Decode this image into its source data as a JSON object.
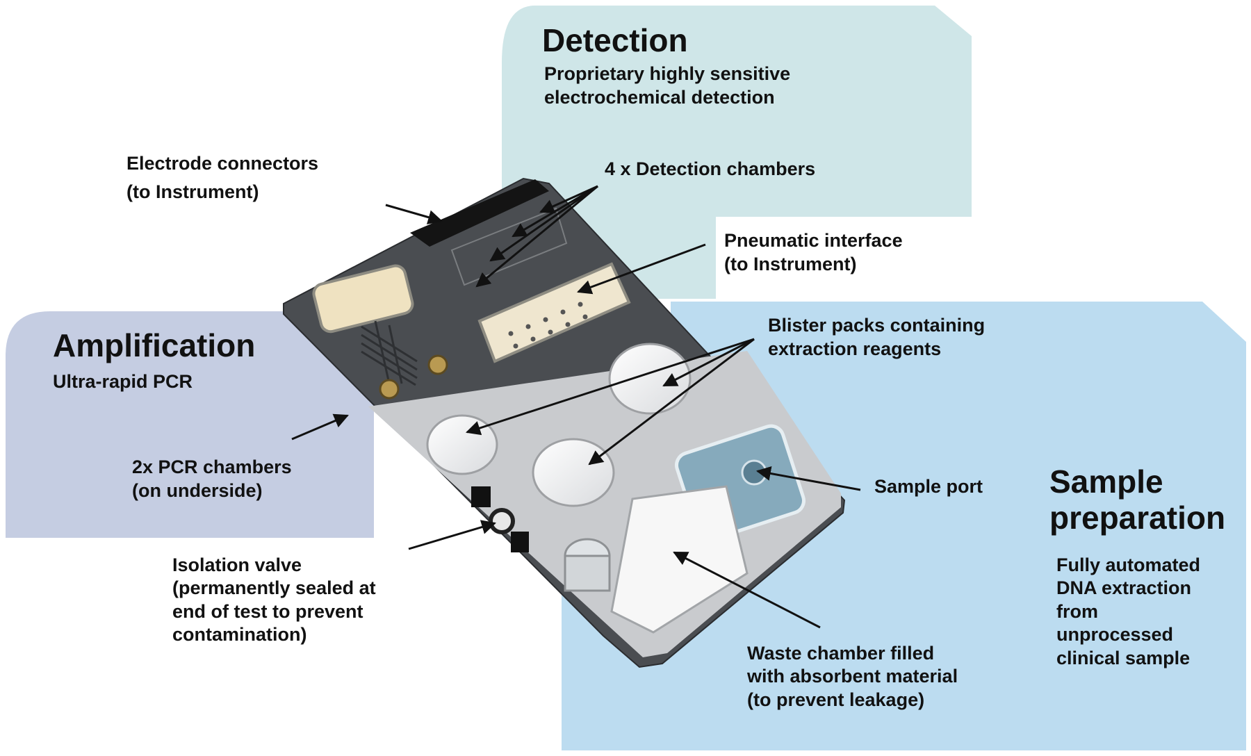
{
  "colors": {
    "detection_region": "#cfe6e8",
    "amplification_region": "#c5cde2",
    "sample_prep_region": "#bcdcf0",
    "cartridge_body": "#4a4d51",
    "cartridge_plate": "#c9cbce",
    "arrow": "#111111"
  },
  "sections": {
    "detection": {
      "title": "Detection",
      "desc": "Proprietary highly sensitive\nelectrochemical detection"
    },
    "amplification": {
      "title": "Amplification",
      "desc": "Ultra-rapid PCR"
    },
    "sample_prep": {
      "title": "Sample\npreparation",
      "desc": "Fully automated\nDNA extraction\nfrom\nunprocessed\nclinical sample"
    }
  },
  "callouts": {
    "electrode": "Electrode  connectors\n(to Instrument)",
    "detection_chambers": "4 x Detection chambers",
    "pneumatic": "Pneumatic interface\n (to Instrument)",
    "blister": "Blister packs containing\nextraction reagents",
    "pcr": "2x PCR chambers\n(on underside)",
    "sample_port": "Sample port",
    "isolation": "Isolation valve\n(permanently sealed at\nend of test to prevent\ncontamination)",
    "waste": "Waste chamber filled\nwith absorbent material\n(to prevent leakage)"
  },
  "icons": {
    "cartridge": "test-cartridge-photo",
    "arrows": "callout-arrow"
  }
}
